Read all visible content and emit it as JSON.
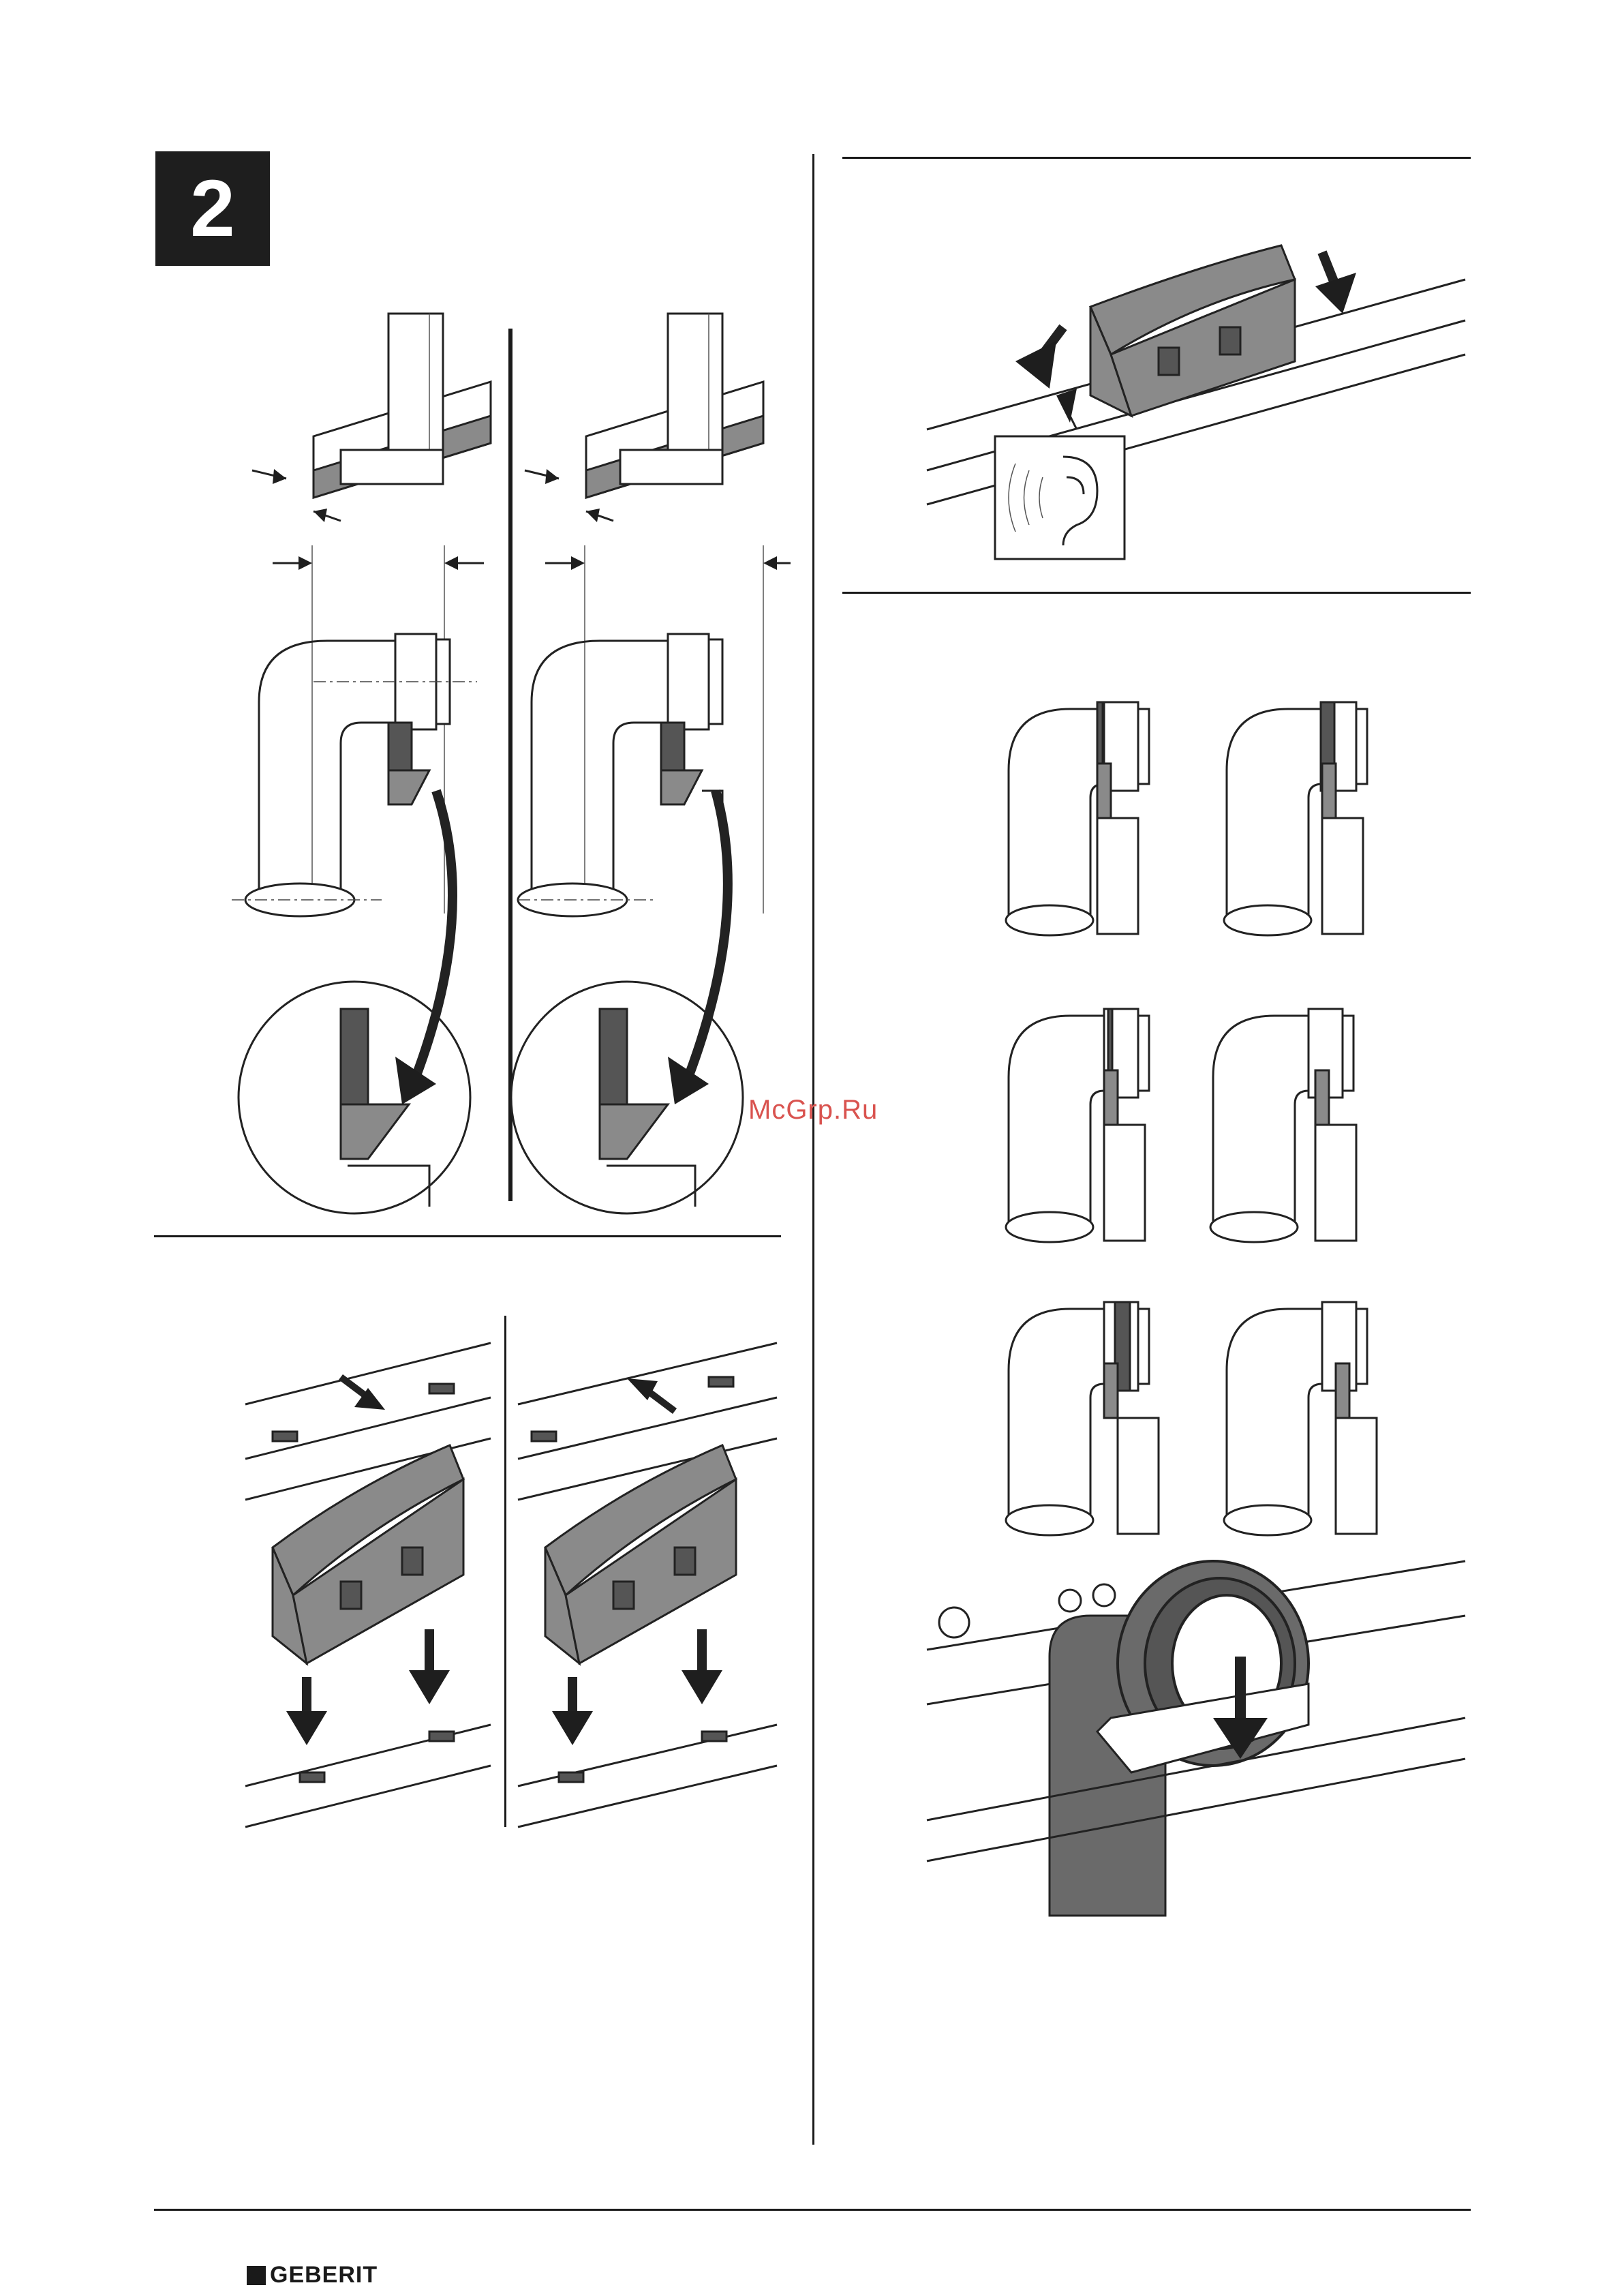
{
  "step": {
    "number": "2"
  },
  "watermark": {
    "text": "McGrp.Ru"
  },
  "footer": {
    "brand": "GEBERIT"
  },
  "icons": {
    "ear": "ear-sound-icon",
    "arrow": "arrow-down-icon"
  }
}
